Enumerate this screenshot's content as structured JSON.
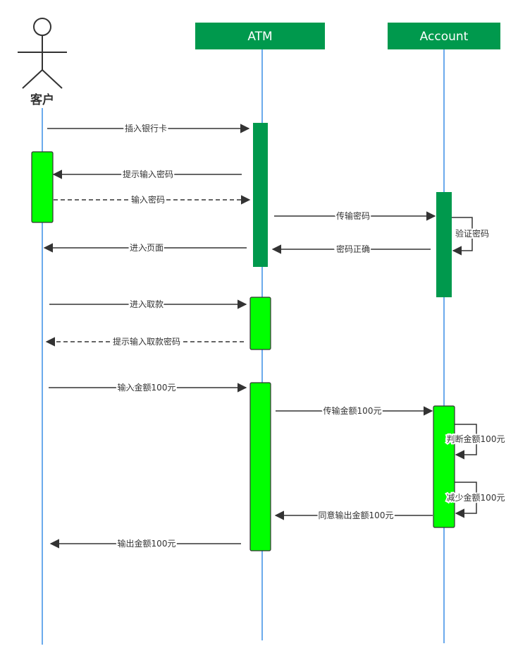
{
  "colors": {
    "participant_header": "#00994d",
    "lifeline": "#3a8ee6",
    "dark_activation": "#00994d",
    "bright_activation": "#00ff00",
    "arrow": "#333333"
  },
  "actor": {
    "label": "客户",
    "icon": "stick-figure-icon"
  },
  "participants": [
    {
      "id": "atm",
      "label": "ATM"
    },
    {
      "id": "account",
      "label": "Account"
    }
  ],
  "messages": [
    {
      "id": "insert-card",
      "label": "插入银行卡",
      "from": "actor",
      "to": "atm",
      "style": "solid"
    },
    {
      "id": "prompt-password",
      "label": "提示输入密码",
      "from": "atm",
      "to": "actor",
      "style": "solid"
    },
    {
      "id": "enter-password",
      "label": "输入密码",
      "from": "actor",
      "to": "atm",
      "style": "dashed"
    },
    {
      "id": "send-password",
      "label": "传输密码",
      "from": "atm",
      "to": "account",
      "style": "solid"
    },
    {
      "id": "verify-password",
      "label": "验证密码",
      "from": "account",
      "to": "account",
      "style": "self"
    },
    {
      "id": "password-correct",
      "label": "密码正确",
      "from": "account",
      "to": "atm",
      "style": "solid"
    },
    {
      "id": "enter-page",
      "label": "进入页面",
      "from": "atm",
      "to": "actor",
      "style": "solid"
    },
    {
      "id": "enter-withdraw",
      "label": "进入取款",
      "from": "actor",
      "to": "atm",
      "style": "solid"
    },
    {
      "id": "prompt-withdraw-password",
      "label": "提示输入取款密码",
      "from": "atm",
      "to": "actor",
      "style": "dashed"
    },
    {
      "id": "enter-amount",
      "label": "输入金额100元",
      "from": "actor",
      "to": "atm",
      "style": "solid"
    },
    {
      "id": "send-amount",
      "label": "传输金额100元",
      "from": "atm",
      "to": "account",
      "style": "solid"
    },
    {
      "id": "check-amount",
      "label": "判断金额100元",
      "from": "account",
      "to": "account",
      "style": "self"
    },
    {
      "id": "reduce-amount",
      "label": "减少金额100元",
      "from": "account",
      "to": "account",
      "style": "self"
    },
    {
      "id": "approve-output",
      "label": "同意输出金额100元",
      "from": "account",
      "to": "atm",
      "style": "solid"
    },
    {
      "id": "output-amount",
      "label": "输出金额100元",
      "from": "atm",
      "to": "actor",
      "style": "solid"
    }
  ]
}
